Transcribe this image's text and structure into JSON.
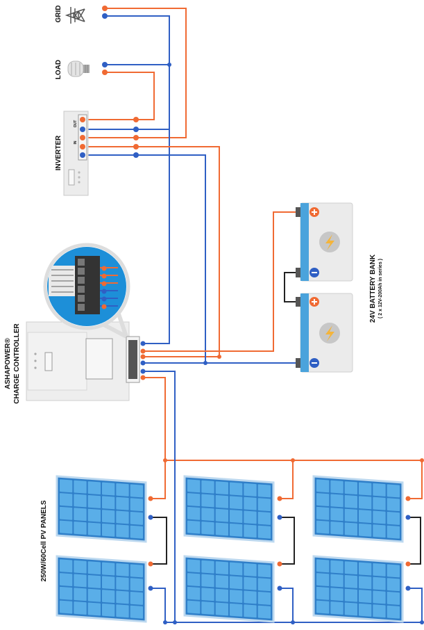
{
  "labels": {
    "grid": "GRID",
    "load": "LOAD",
    "inverter": "INVERTER",
    "inverter_out": "OUT",
    "inverter_in": "IN",
    "controller_line1": "ASHAPOWER®",
    "controller_line2": "CHARGE CONTROLLER",
    "battery_title": "24V BATTERY BANK",
    "battery_sub": "( 2 x 12V-200Ah in series )",
    "panels": "250W/60Cell PV PANELS"
  },
  "colors": {
    "positive": "#f06a33",
    "negative": "#2f5fc4",
    "series_link": "#222222",
    "panel_cell": "#5aaee8",
    "panel_frame": "#2f7fc9",
    "device_body": "#eeeeee",
    "device_border": "#c8c8c8",
    "battery_terminal_bar": "#4aa3dc",
    "bolt": "#f4b43a"
  },
  "icons": {
    "grid": "power-tower-icon",
    "load": "light-bulb-icon",
    "battery_positive": "plus-icon",
    "battery_negative": "minus-icon",
    "battery_charge": "lightning-bolt-icon"
  }
}
